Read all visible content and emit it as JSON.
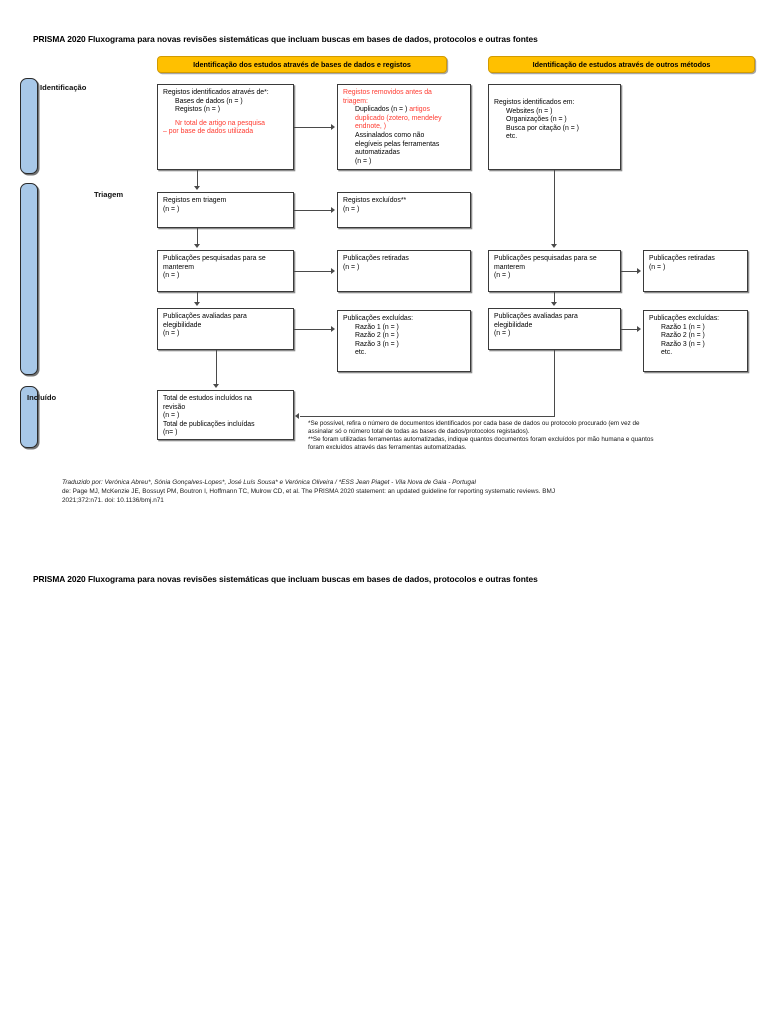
{
  "document": {
    "title_top": "PRISMA 2020 Fluxograma para novas revisões sistemáticas que incluam buscas em bases de dados, protocolos e outras fontes",
    "title_bottom": "PRISMA 2020 Fluxograma para novas revisões sistemáticas que incluam buscas em bases de dados, protocolos e outras fontes"
  },
  "colors": {
    "phase_bar": "#a8c8e8",
    "header_bar": "#ffc000",
    "highlight_text": "#ff3b30",
    "box_border": "#3a3a3a"
  },
  "phases": [
    {
      "label": "Identificação"
    },
    {
      "label": "Triagem"
    },
    {
      "label": "Incluído"
    }
  ],
  "headers": {
    "left": "Identificação dos estudos através de bases de dados e registos",
    "right": "Identificação de estudos através de outros métodos"
  },
  "boxes": {
    "identified_db": {
      "l1": "Registos identificados através de*:",
      "l2": "Bases de dados (n = )",
      "l3": "Registos (n = )",
      "l4": "Nr total de artigo na pesquisa",
      "l5": "– por base de dados utilizada"
    },
    "removed_before": {
      "l1": "Registos removidos antes da",
      "l2": "triagem:",
      "l3": "Duplicados (n = ) ",
      "l3b": "artigos",
      "l4": "duplicado (zotero, mendeley",
      "l5": "endnote, )",
      "l6": "Assinalados como não",
      "l7": "elegíveis pelas ferramentas",
      "l8": "automatizadas",
      "l9": "(n = )"
    },
    "identified_other": {
      "l1": "Registos identificados em:",
      "l2": "Websites (n = )",
      "l3": "Organizações (n = )",
      "l4": "Busca por citação (n = )",
      "l5": "etc."
    },
    "screened": {
      "l1": "Registos em triagem",
      "l2": "(n = )"
    },
    "records_excluded": {
      "l1": "Registos excluídos**",
      "l2": "(n = )"
    },
    "sought_left": {
      "l1": "Publicações pesquisadas para se",
      "l2": "manterem",
      "l3": "(n = )"
    },
    "not_retrieved_left": {
      "l1": "Publicações retiradas",
      "l2": "(n = )"
    },
    "assessed_left": {
      "l1": "Publicações avaliadas para",
      "l2": "elegibilidade",
      "l3": "(n = )"
    },
    "excluded_left": {
      "l1": "Publicações excluídas:",
      "l2": "Razão 1 (n = )",
      "l3": "Razão 2 (n = )",
      "l4": "Razão 3 (n = )",
      "l5": "etc."
    },
    "sought_right": {
      "l1": "Publicações pesquisadas para se",
      "l2": "manterem",
      "l3": "(n = )"
    },
    "not_retrieved_right": {
      "l1": "Publicações retiradas",
      "l2": "(n = )"
    },
    "assessed_right": {
      "l1": "Publicações avaliadas para",
      "l2": "elegibilidade",
      "l3": "(n = )"
    },
    "excluded_right": {
      "l1": "Publicações excluídas:",
      "l2": "Razão 1 (n = )",
      "l3": "Razão 2 (n = )",
      "l4": "Razão 3 (n = )",
      "l5": "etc."
    },
    "included": {
      "l1": "Total de estudos incluídos na",
      "l2": "revisão",
      "l3": "(n = )",
      "l4": "Total de publicações incluídas",
      "l5": "(n= )"
    }
  },
  "footnotes": {
    "f1a": "*Se possível, refira o número de documentos identificados por cada base de dados ou protocolo procurado (em vez de",
    "f1b": "assinalar só o número total de todas as bases de dados/protocolos registados).",
    "f2a": "**Se foram utilizadas ferramentas automatizadas, indique quantos documentos foram excluídos por mão humana e quantos",
    "f2b": "foram excluídos através das ferramentas automatizadas."
  },
  "credit": {
    "line1": "Traduzido por: Verónica Abreu*, Sónia Gonçalves-Lopes*, José Luís Sousa* e Verónica Oliveira /  *ESS Jean Piaget - Vila Nova de Gaia - Portugal",
    "line2": "de: Page MJ, McKenzie JE, Bossuyt PM, Boutron I, Hoffmann TC, Mulrow CD, et al. The PRISMA 2020 statement: an updated guideline for reporting systematic reviews. BMJ",
    "line3": "2021;372:n71. doi: 10.1136/bmj.n71"
  }
}
